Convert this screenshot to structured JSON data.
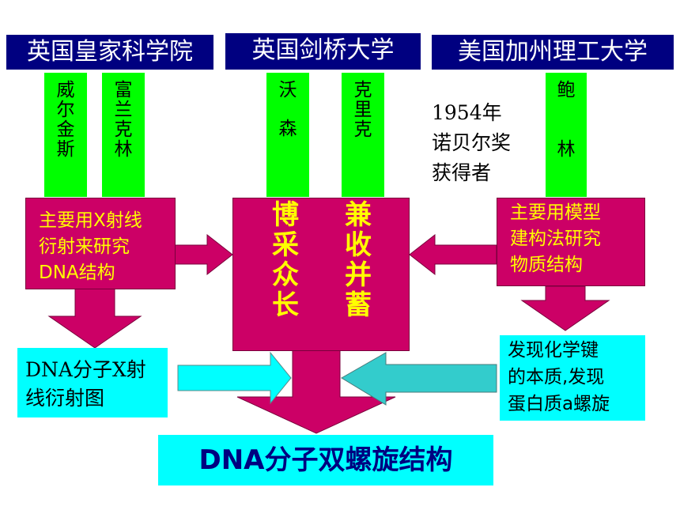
{
  "colors": {
    "institution_bg": "#000080",
    "scientist_bg": "#00ff00",
    "method_bg": "#cc0066",
    "finding_bg": "#00ffff",
    "method_text": "#ffff00",
    "left_arrow": "#00ffff",
    "right_arrow": "#33cccc"
  },
  "institutions": {
    "royal": "英国皇家科学院",
    "cambridge": "英国剑桥大学",
    "caltech": "美国加州理工大学"
  },
  "scientists": {
    "wilkins": [
      "威",
      "尔",
      "金",
      "斯"
    ],
    "franklin": [
      "富",
      "兰",
      "克",
      "林"
    ],
    "watson": [
      "沃",
      "森"
    ],
    "crick": [
      "克",
      "里",
      "克"
    ],
    "pauling": [
      "鲍",
      "林"
    ]
  },
  "nobel_note": [
    "1954年",
    "诺贝尔奖",
    "获得者"
  ],
  "methods": {
    "left": [
      "主要用X射线",
      "衍射来研究",
      "DNA结构"
    ],
    "right": [
      "主要用模型",
      "建构法研究",
      "物质结构"
    ],
    "center_left": [
      "博",
      "采",
      "众",
      "长"
    ],
    "center_right": [
      "兼",
      "收",
      "并",
      "蓄"
    ]
  },
  "findings": {
    "left": [
      "DNA分子X射",
      "线衍射图"
    ],
    "right": [
      "发现化学键",
      "的本质,发现",
      "蛋白质a螺旋"
    ]
  },
  "conclusion": "DNA分子双螺旋结构"
}
